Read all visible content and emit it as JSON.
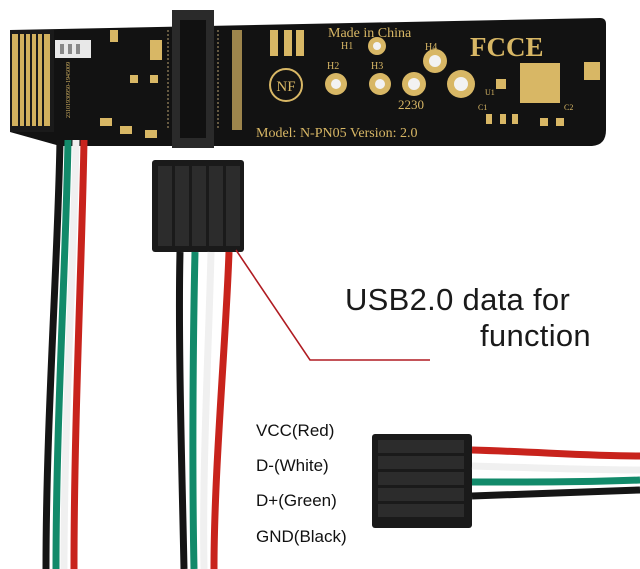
{
  "board": {
    "made_in": "Made in China",
    "h1": "H1",
    "h2": "H2",
    "h3": "H3",
    "h4": "H4",
    "size_label": "2230",
    "u1": "U1",
    "c1": "C1",
    "c2": "C2",
    "model": "Model: N-PN05 Version: 2.0",
    "side_code": "23101930950-1945009",
    "nf_logo": "NF",
    "cert_logos": "FCCE"
  },
  "caption": {
    "line1": "USB2.0 data for",
    "line2": "function"
  },
  "pins": [
    {
      "label": "VCC(Red)",
      "color": "#c8231c"
    },
    {
      "label": "D-(White)",
      "color": "#f2f2f2"
    },
    {
      "label": "D+(Green)",
      "color": "#128a6a"
    },
    {
      "label": "GND(Black)",
      "color": "#151515"
    }
  ],
  "colors": {
    "pcb": "#111111",
    "gold": "#d8b765",
    "annotation_line": "#b01c22"
  }
}
